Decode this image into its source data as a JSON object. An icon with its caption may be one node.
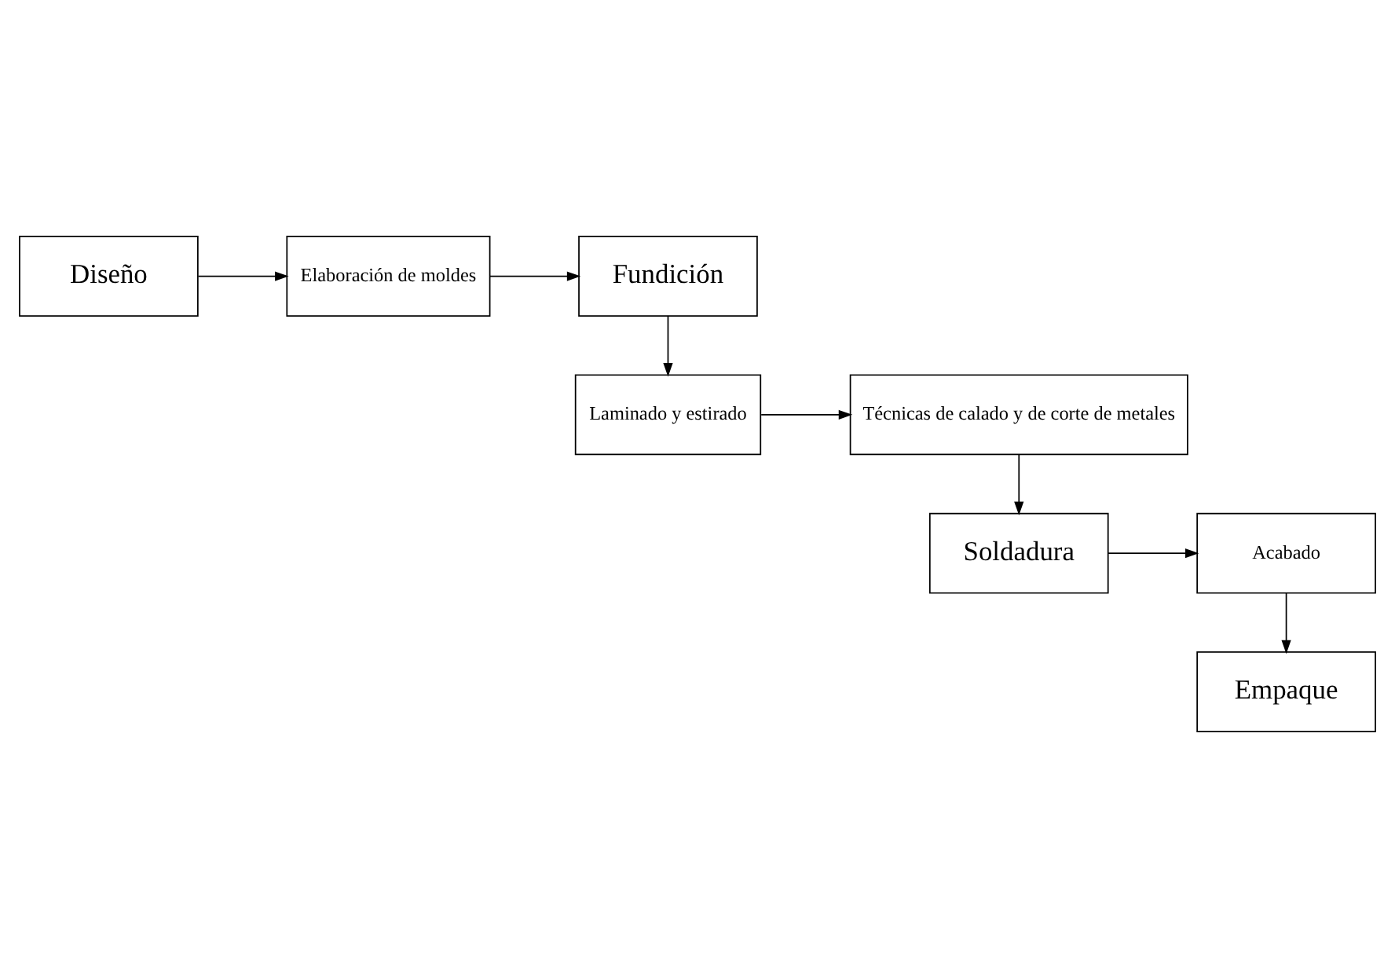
{
  "diagram": {
    "nodes": [
      {
        "text": [
          "Diseño"
        ]
      },
      {
        "text": [
          "Elaboración de moldes"
        ]
      },
      {
        "text": [
          "Fundición"
        ]
      },
      {
        "text": [
          "Laminado y estirado"
        ]
      },
      {
        "text": [
          "Técnicas de calado y de corte de metales"
        ]
      },
      {
        "text": [
          "Soldadura"
        ]
      },
      {
        "text": [
          "Acabado"
        ]
      },
      {
        "text": [
          "Empaque"
        ]
      }
    ],
    "edges": [
      {
        "from": 0,
        "to": 1,
        "arrow": "to"
      },
      {
        "from": 1,
        "to": 2,
        "arrow": "to"
      },
      {
        "from": 2,
        "to": 3,
        "arrow": "to"
      },
      {
        "from": 3,
        "to": 4,
        "arrow": "to"
      },
      {
        "from": 4,
        "to": 5,
        "arrow": "to"
      },
      {
        "from": 5,
        "to": 6,
        "arrow": "to"
      },
      {
        "from": 6,
        "to": 7,
        "arrow": "to"
      }
    ]
  }
}
